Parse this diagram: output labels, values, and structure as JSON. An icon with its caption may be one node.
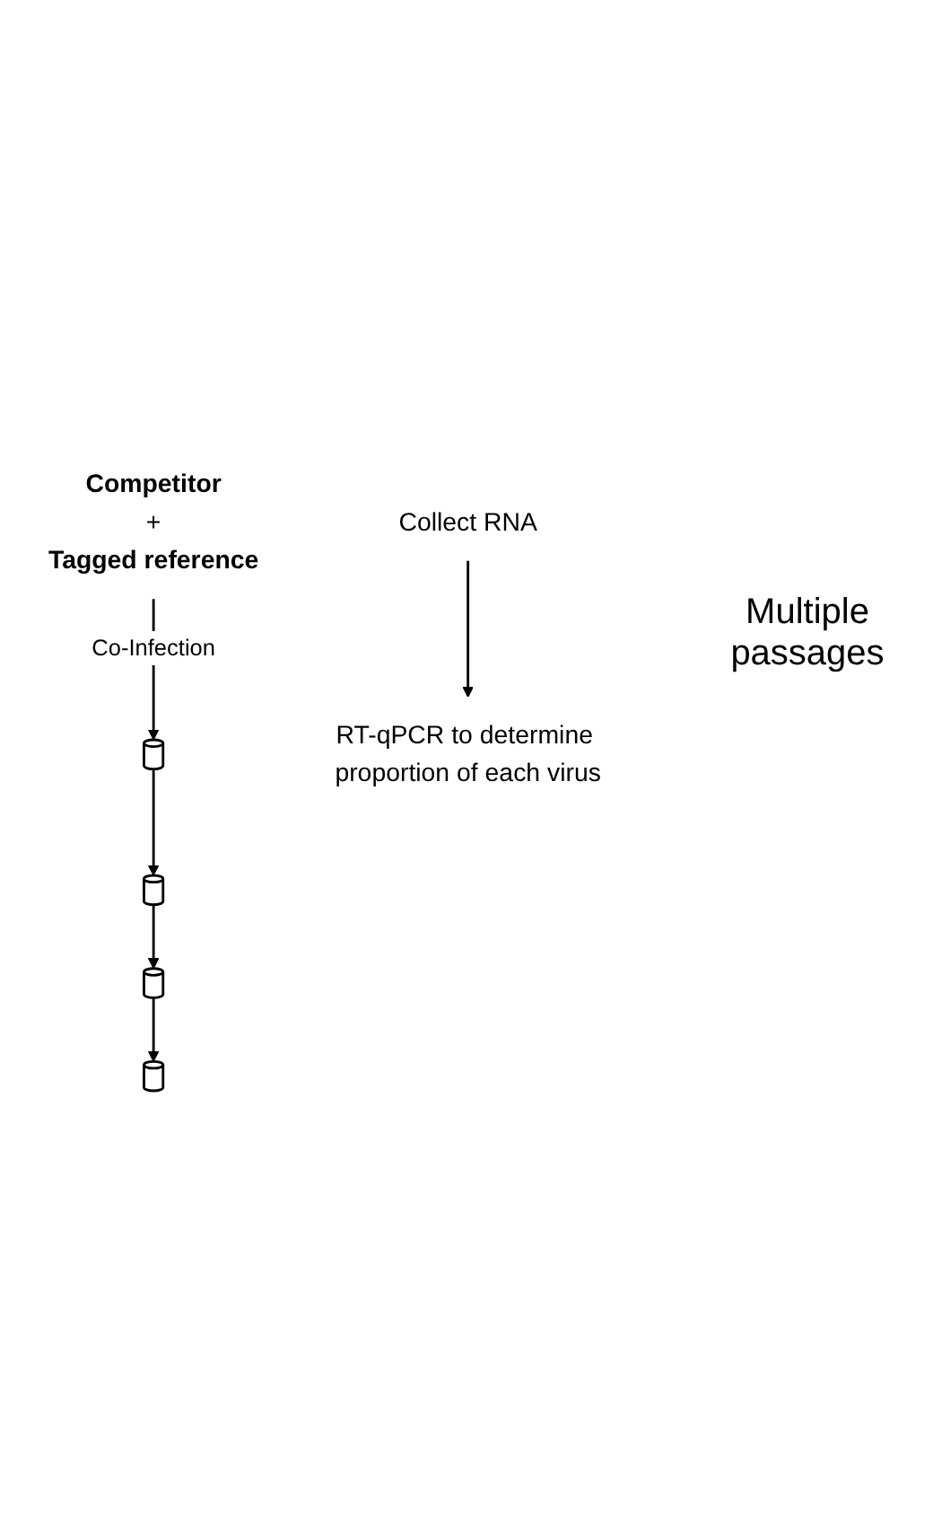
{
  "diagram": {
    "nodes": [
      {
        "text": [
          "Competitor",
          "+",
          "Tagged reference"
        ]
      },
      {
        "text": [],
        "shape": "cylinder"
      },
      {
        "text": [],
        "shape": "cylinder"
      },
      {
        "text": [],
        "shape": "cylinder"
      },
      {
        "text": [],
        "shape": "cylinder"
      },
      {
        "text": [
          "Collect RNA"
        ]
      },
      {
        "text": [
          "RT-qPCR to determine proportion of each virus"
        ]
      }
    ],
    "edges": [
      {
        "from": 0,
        "to": 1,
        "arrow": "to",
        "label": "Co-Infection"
      },
      {
        "from": 1,
        "to": 2,
        "arrow": "to"
      },
      {
        "from": 2,
        "to": 3,
        "arrow": "to"
      },
      {
        "from": 3,
        "to": 4,
        "arrow": "to"
      },
      {
        "from": 5,
        "to": 6,
        "arrow": "to"
      }
    ],
    "labels": [
      "Multiple passages"
    ]
  }
}
